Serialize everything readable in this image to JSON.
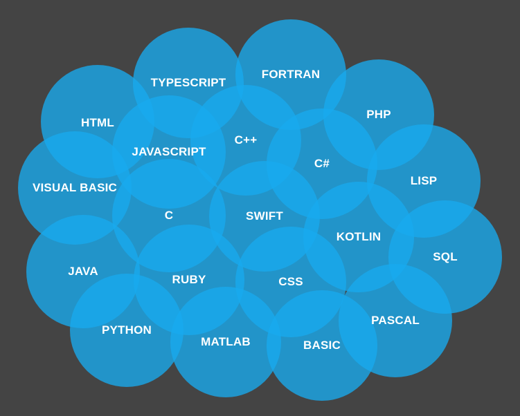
{
  "colors": {
    "background": "#444444",
    "bubble": "#18AAEE",
    "label": "#FFFFFF"
  },
  "bubbles": [
    {
      "label": "TYPESCRIPT"
    },
    {
      "label": "FORTRAN"
    },
    {
      "label": "HTML"
    },
    {
      "label": "PHP"
    },
    {
      "label": "C++"
    },
    {
      "label": "JAVASCRIPT"
    },
    {
      "label": "C#"
    },
    {
      "label": "VISUAL BASIC"
    },
    {
      "label": "LISP"
    },
    {
      "label": "C"
    },
    {
      "label": "SWIFT"
    },
    {
      "label": "KOTLIN"
    },
    {
      "label": "SQL"
    },
    {
      "label": "JAVA"
    },
    {
      "label": "RUBY"
    },
    {
      "label": "CSS"
    },
    {
      "label": "PASCAL"
    },
    {
      "label": "PYTHON"
    },
    {
      "label": "MATLAB"
    },
    {
      "label": "BASIC"
    }
  ]
}
